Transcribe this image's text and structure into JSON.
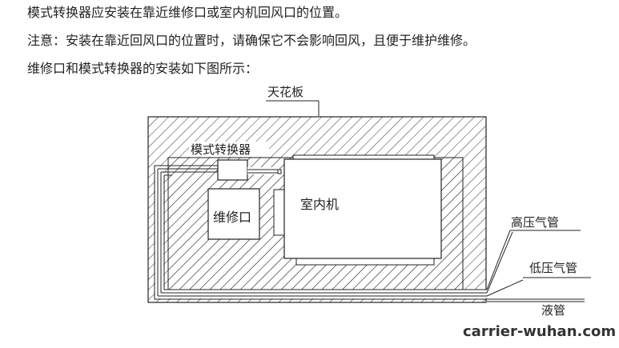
{
  "text": {
    "line1": "模式转换器应安装在靠近维修口或室内机回风口的位置。",
    "line2": "注意：安装在靠近回风口的位置时，请确保它不会影响回风，且便于维护维修。",
    "line3": "维修口和模式转换器的安装如下图所示："
  },
  "diagram": {
    "ceiling_label": "天花板",
    "mode_converter_label": "模式转换器",
    "access_panel_label": "维修口",
    "indoor_unit_label": "室内机",
    "pipes": [
      {
        "label": "高压气管"
      },
      {
        "label": "低压气管"
      },
      {
        "label": "液管"
      }
    ]
  },
  "watermark": "carrier-wuhan.com"
}
